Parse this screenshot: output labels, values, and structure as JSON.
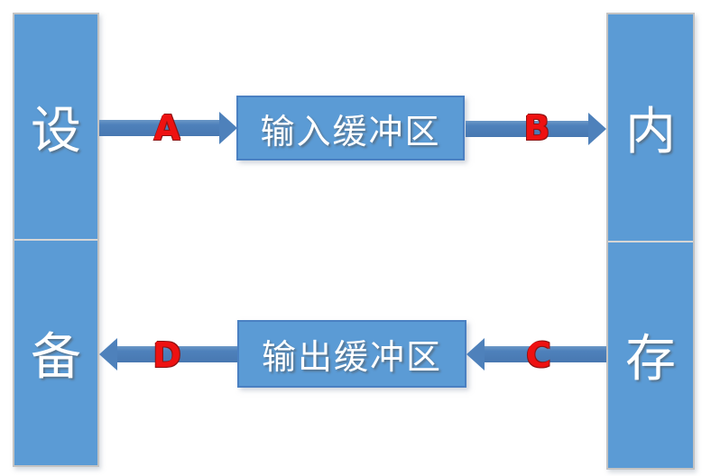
{
  "diagram": {
    "title_hint": "device-memory buffering diagram",
    "colors": {
      "background": "#ffffff",
      "box_fill": "#5b9bd5",
      "column_border": "#c3c3c3",
      "buffer_border": "#4a80c2",
      "arrow_fill": "#4e81bb",
      "label_red": "#ee1111",
      "text_white": "#ffffff"
    },
    "left_column": {
      "cells": [
        {
          "label": "设"
        },
        {
          "label": "备"
        }
      ]
    },
    "right_column": {
      "cells": [
        {
          "label": "内"
        },
        {
          "label": "存"
        }
      ]
    },
    "buffers": [
      {
        "label": "输入缓冲区"
      },
      {
        "label": "输出缓冲区"
      }
    ],
    "arrows": [
      {
        "label": "A",
        "direction": "right",
        "from": "设备",
        "to": "输入缓冲区"
      },
      {
        "label": "B",
        "direction": "right",
        "from": "输入缓冲区",
        "to": "内存"
      },
      {
        "label": "C",
        "direction": "left",
        "from": "内存",
        "to": "输出缓冲区"
      },
      {
        "label": "D",
        "direction": "left",
        "from": "输出缓冲区",
        "to": "设备"
      }
    ]
  }
}
